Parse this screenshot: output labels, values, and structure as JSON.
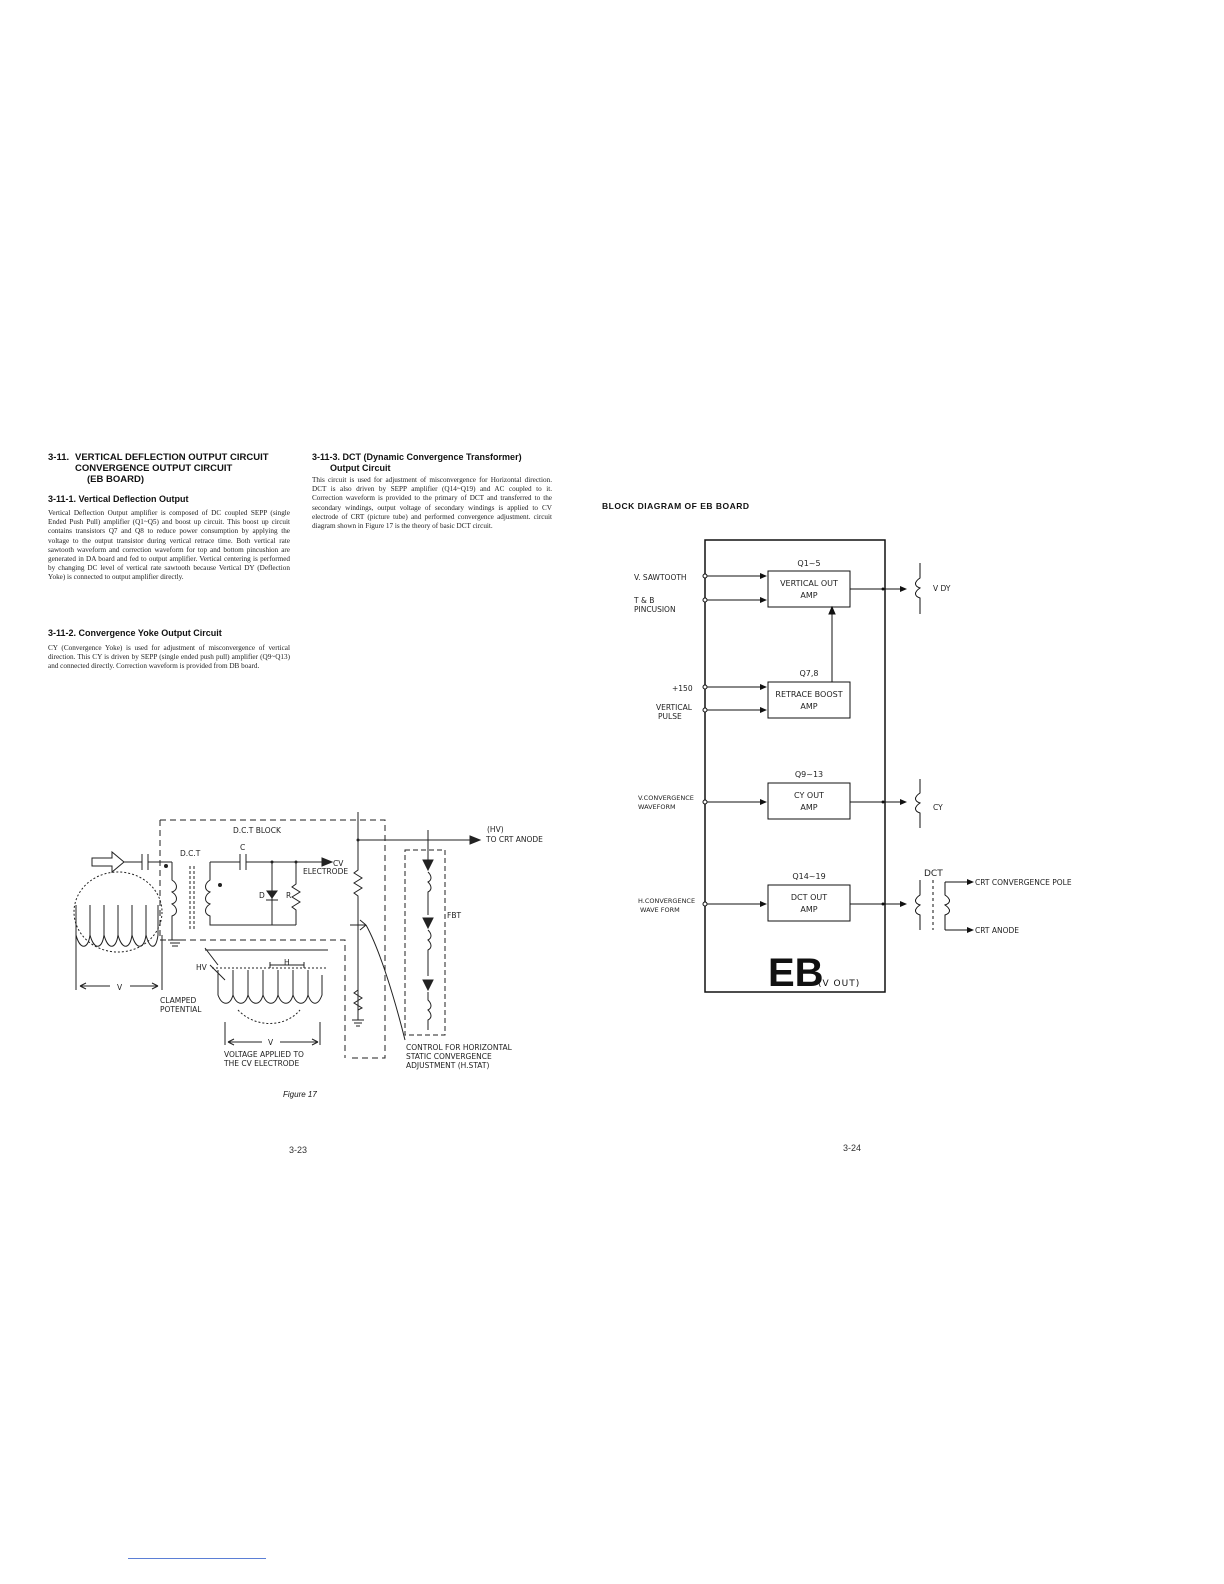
{
  "left": {
    "section_num": "3-11.",
    "section_title": [
      "VERTICAL DEFLECTION OUTPUT CIRCUIT",
      "CONVERGENCE OUTPUT CIRCUIT",
      "(EB BOARD)"
    ],
    "sub1_title": "3-11-1. Vertical Deflection Output",
    "sub1_body": "Vertical Deflection Output amplifier is composed of DC coupled SEPP (single Ended Push Pull) amplifier (Q1~Q5) and boost up circuit. This boost up circuit contains transistors Q7 and Q8 to reduce power consumption by applying the voltage to the output transistor during vertical retrace time. Both vertical rate sawtooth waveform and correction waveform for top and bottom pincushion are generated in DA board and fed to output amplifier. Vertical centering is performed by changing DC level of vertical rate sawtooth because Vertical DY (Deflection Yoke) is connected to output amplifier directly.",
    "sub2_title": "3-11-2. Convergence Yoke Output Circuit",
    "sub2_body": "CY (Convergence Yoke) is used for adjustment of misconvergence of vertical direction. This CY is driven by SEPP (single ended push pull) amplifier (Q9~Q13) and connected directly. Correction waveform is provided from DB board.",
    "sub3_title": [
      "3-11-3. DCT (Dynamic Convergence Transformer)",
      "Output Circuit"
    ],
    "sub3_body": "This circuit is used for adjustment of misconvergence for Horizontal direction. DCT is also driven by SEPP amplifier (Q14~Q19) and AC coupled to it. Correction waveform is provided to the primary of DCT and transferred to the secondary windings, output voltage of secondary windings is applied to CV electrode of CRT (picture tube) and performed convergence adjustment. circuit diagram shown in Figure 17 is the theory of basic DCT circuit.",
    "figure": {
      "block_label": "D.C.T BLOCK",
      "dct": "D.C.T",
      "c": "C",
      "cv": "CV",
      "electrode": "ELECTRODE",
      "d": "D",
      "r": "R",
      "hv": "(HV)",
      "to_crt_anode": "TO CRT ANODE",
      "fbt": "FBT",
      "hv_label": "HV",
      "h_label": "H",
      "v_label": "V",
      "v_label2": "V",
      "clamped": "CLAMPED",
      "potential": "POTENTIAL",
      "voltage_applied": "VOLTAGE APPLIED TO",
      "cv_electrode": "THE CV ELECTRODE",
      "control1": "CONTROL FOR HORIZONTAL",
      "control2": "STATIC CONVERGENCE",
      "control3": "ADJUSTMENT (H.STAT)"
    },
    "caption": "Figure 17",
    "page_number": "3-23"
  },
  "right": {
    "title": "BLOCK DIAGRAM OF EB BOARD",
    "inputs": {
      "v_sawtooth": "V. SAWTOOTH",
      "tb1": "T & B",
      "tb2": "PINCUSION",
      "plus150": "+150",
      "vertical": "VERTICAL",
      "pulse": "PULSE",
      "vconv1": "V.CONVERGENCE",
      "vconv2": "WAVEFORM",
      "hconv1": "H.CONVERGENCE",
      "hconv2": "WAVE FORM"
    },
    "blocks": [
      {
        "q": "Q1~5",
        "line1": "VERTICAL OUT",
        "line2": "AMP"
      },
      {
        "q": "Q7,8",
        "line1": "RETRACE BOOST",
        "line2": "AMP"
      },
      {
        "q": "Q9~13",
        "line1": "CY OUT",
        "line2": "AMP"
      },
      {
        "q": "Q14~19",
        "line1": "DCT OUT",
        "line2": "AMP"
      }
    ],
    "outputs": {
      "vdy": "V DY",
      "cy": "CY",
      "dct": "DCT",
      "crt_conv_pole": "CRT CONVERGENCE POLE",
      "crt_anode": "CRT ANODE"
    },
    "board_big": "EB",
    "board_sub": "(V OUT)",
    "page_number": "3-24"
  }
}
